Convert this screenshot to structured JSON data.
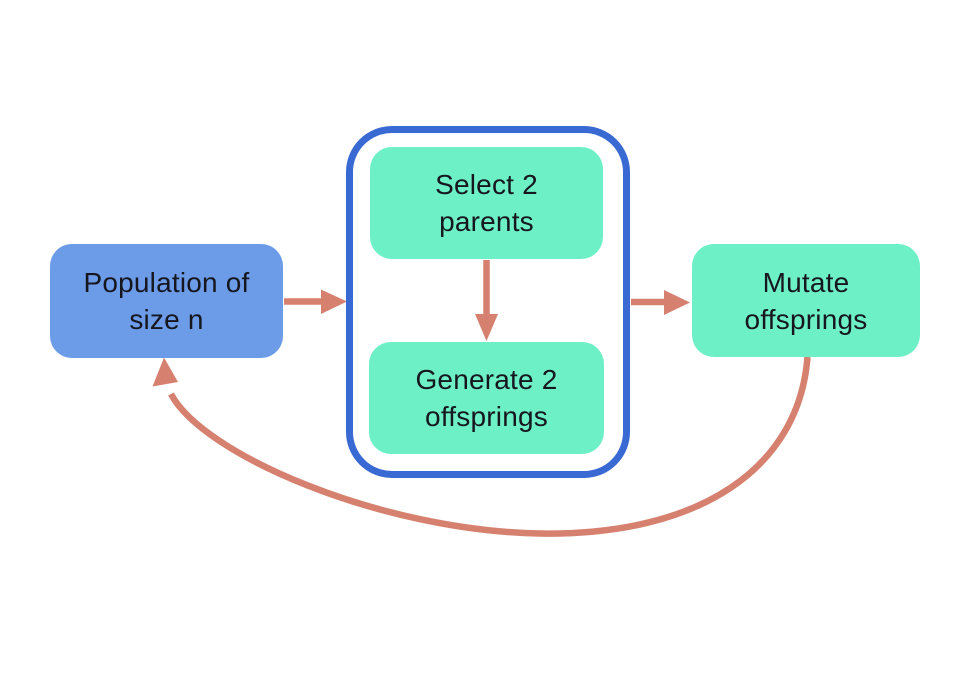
{
  "diagram": {
    "type": "flowchart",
    "description": "Genetic algorithm loop diagram",
    "background": "#ffffff",
    "colors": {
      "population_fill": "#6C9CE8",
      "step_fill": "#6EF0C6",
      "group_border": "#3969D2",
      "arrow": "#D6816F",
      "text": "#16161E"
    },
    "nodes": {
      "population": {
        "line1": "Population of",
        "line2": "size n"
      },
      "select_parents": {
        "line1": "Select 2",
        "line2": "parents"
      },
      "generate_offsprings": {
        "line1": "Generate 2",
        "line2": "offsprings"
      },
      "mutate_offsprings": {
        "line1": "Mutate",
        "line2": "offsprings"
      }
    },
    "edges": [
      {
        "from": "population",
        "to": "crossover-group",
        "style": "straight-right"
      },
      {
        "from": "select_parents",
        "to": "generate_offsprings",
        "style": "straight-down"
      },
      {
        "from": "crossover-group",
        "to": "mutate_offsprings",
        "style": "straight-right"
      },
      {
        "from": "mutate_offsprings",
        "to": "population",
        "style": "curved-loop-back"
      }
    ]
  }
}
